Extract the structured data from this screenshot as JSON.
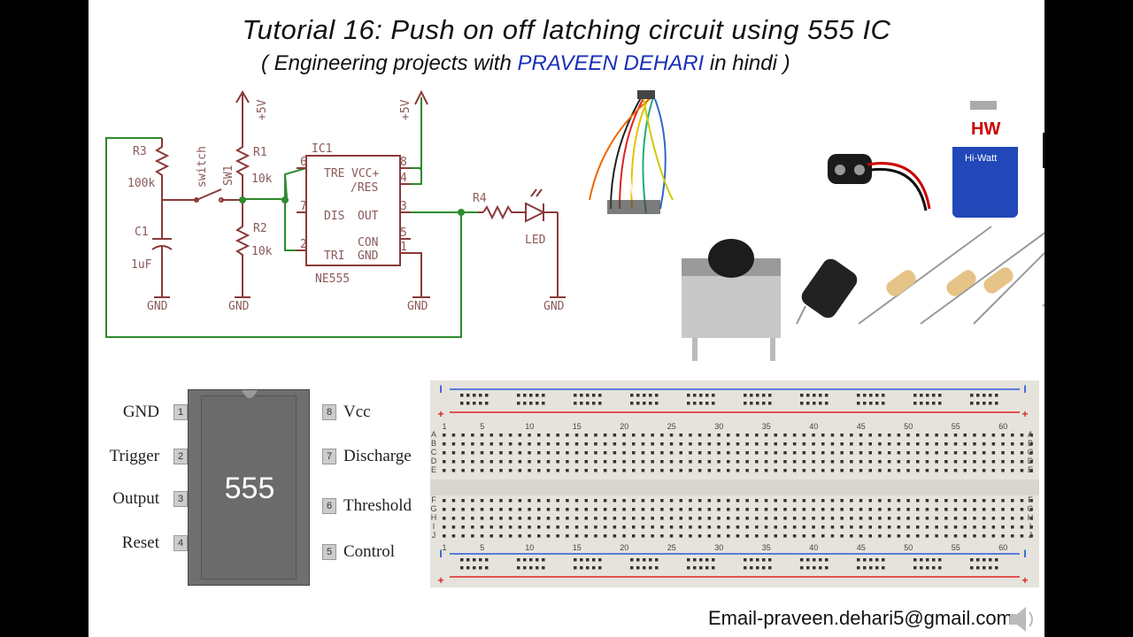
{
  "title": "Tutorial 16:  Push on off latching circuit using  555 IC",
  "subtitle": {
    "prefix": "( Engineering projects with ",
    "name": "PRAVEEN DEHARI",
    "suffix": " in hindi )"
  },
  "schematic": {
    "labels": {
      "plus5v_a": "+5V",
      "plus5v_b": "+5V",
      "r3": "R3",
      "r3_val": "100k",
      "switch": "switch",
      "sw1": "SW1",
      "r1": "R1",
      "r1_val": "10k",
      "r2": "R2",
      "r2_val": "10k",
      "c1": "C1",
      "c1_val": "1uF",
      "ic1": "IC1",
      "ic_part": "NE555",
      "tre": "TRE",
      "vcc": "VCC+",
      "res": "/RES",
      "dis": "DIS",
      "out": "OUT",
      "con": "CON",
      "tri": "TRI",
      "gnd_pin": "GND",
      "p6": "6",
      "p7": "7",
      "p2": "2",
      "p8": "8",
      "p4": "4",
      "p3": "3",
      "p5": "5",
      "p1": "1",
      "r4": "R4",
      "led": "LED",
      "gnd1": "GND",
      "gnd2": "GND",
      "gnd3": "GND",
      "gnd4": "GND"
    }
  },
  "components_photo": {
    "battery_brand": "HW",
    "battery_text": "Hi-Watt"
  },
  "pinout": {
    "chip_label": "555",
    "left": [
      {
        "num": "1",
        "label": "GND"
      },
      {
        "num": "2",
        "label": "Trigger"
      },
      {
        "num": "3",
        "label": "Output"
      },
      {
        "num": "4",
        "label": "Reset"
      }
    ],
    "right": [
      {
        "num": "8",
        "label": "Vcc"
      },
      {
        "num": "7",
        "label": "Discharge"
      },
      {
        "num": "6",
        "label": "Threshold"
      },
      {
        "num": "5",
        "label": "Control"
      }
    ]
  },
  "breadboard": {
    "column_numbers": [
      "1",
      "5",
      "10",
      "15",
      "20",
      "25",
      "30",
      "35",
      "40",
      "45",
      "50",
      "55",
      "60"
    ],
    "rows_top": [
      "A",
      "B",
      "C",
      "D",
      "E"
    ],
    "rows_bottom": [
      "F",
      "G",
      "H",
      "I",
      "J"
    ],
    "minus": "-",
    "plus": "+",
    "bar": "I"
  },
  "email": "Email-praveen.dehari5@gmail.com",
  "colors": {
    "wire": "#2e8b2e",
    "schematic": "#8b3a3a",
    "accent_blue": "#1a2fb8",
    "red_rail": "#d22",
    "blue_rail": "#2a5bd8"
  }
}
